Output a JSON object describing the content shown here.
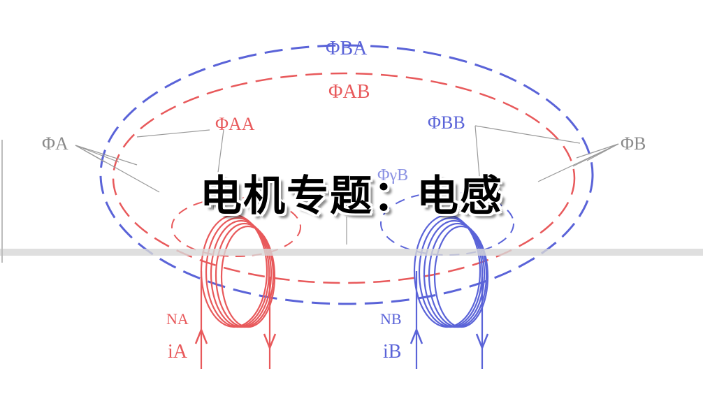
{
  "title": "电机专题：电感",
  "labels": {
    "phi_ba": "ΦBA",
    "phi_ab": "ΦAB",
    "phi_aa": "ΦAA",
    "phi_bb": "ΦBB",
    "phi_a": "ΦA",
    "phi_b": "ΦB",
    "phi_gamma_b": "ΦγB",
    "n_a": "NA",
    "n_b": "NB",
    "i_a": "iA",
    "i_b": "iB"
  },
  "colors": {
    "coil_a": "#e8595b",
    "coil_b": "#5a63d8",
    "leader": "#9a9a9a",
    "title": "#000000"
  }
}
